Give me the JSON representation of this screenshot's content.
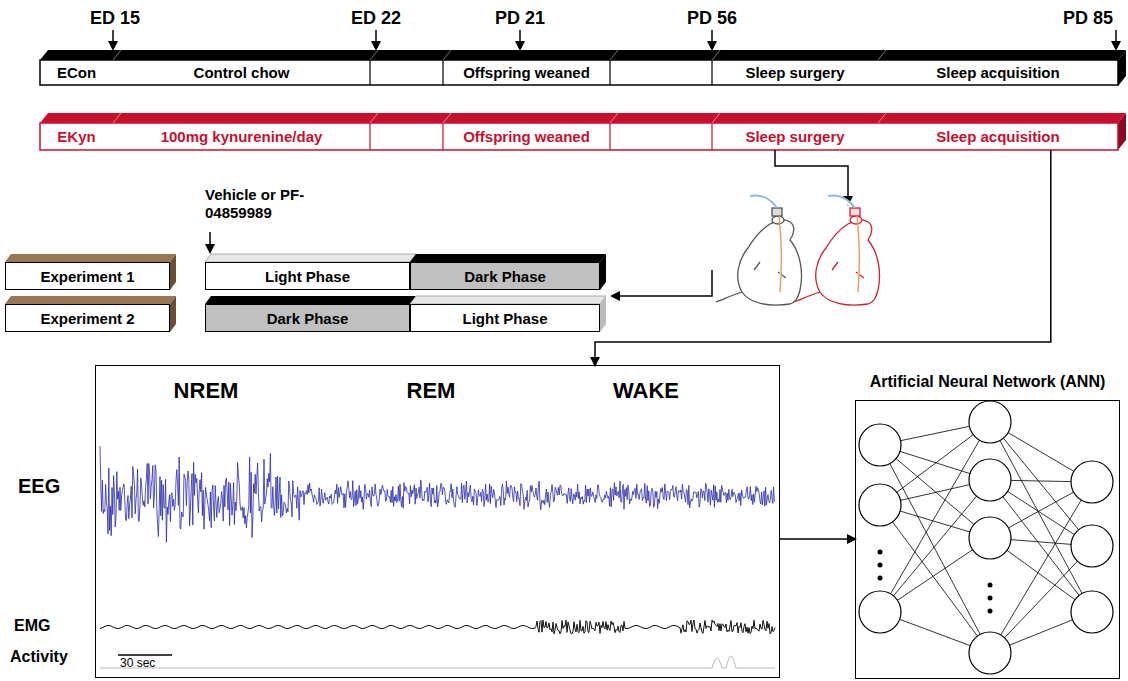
{
  "diagram": {
    "nodes": [
      {
        "text": [
          "ECon"
        ]
      },
      {
        "text": [
          "Control chow"
        ]
      },
      {
        "text": [
          "Offspring weaned"
        ]
      },
      {
        "text": [
          "Sleep surgery"
        ]
      },
      {
        "text": [
          "Sleep acquisition"
        ]
      },
      {
        "text": [
          "EKyn"
        ]
      },
      {
        "text": [
          "100mg kynurenine/day"
        ]
      },
      {
        "text": [
          "Offspring weaned"
        ]
      },
      {
        "text": [
          "Sleep surgery"
        ]
      },
      {
        "text": [
          "Sleep acquisition"
        ]
      },
      {
        "text": [
          "Experiment 1"
        ]
      },
      {
        "text": [
          "Light Phase"
        ]
      },
      {
        "text": [
          "Dark Phase"
        ]
      },
      {
        "text": [
          "Experiment 2"
        ]
      },
      {
        "text": [
          "Dark Phase"
        ]
      },
      {
        "text": [
          "Light Phase"
        ]
      },
      {
        "text": [
          "NREM",
          "REM",
          "WAKE",
          "30 sec"
        ]
      },
      {
        "text": [
          "Artificial Neural Network (ANN)"
        ]
      }
    ],
    "edges": [
      {
        "from": 9,
        "to": 16,
        "arrow": "to"
      },
      {
        "from": 16,
        "to": 17,
        "arrow": "to"
      }
    ],
    "labels": [
      "ED 15",
      "ED 22",
      "PD 21",
      "PD 56",
      "PD 85",
      "Vehicle or PF-04859989",
      "EEG",
      "EMG",
      "Activity"
    ]
  }
}
